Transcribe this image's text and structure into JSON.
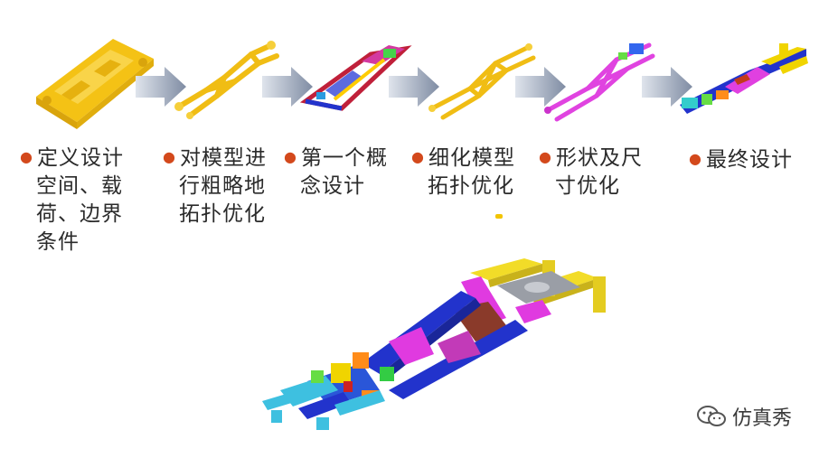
{
  "steps": [
    {
      "id": "step-1",
      "lines": [
        "定义设计",
        "空间、载",
        "荷、边界",
        "条件"
      ],
      "color": "#f5c518"
    },
    {
      "id": "step-2",
      "lines": [
        "对模型进",
        "行粗略地",
        "拓扑优化"
      ],
      "color": "#f5c518"
    },
    {
      "id": "step-3",
      "lines": [
        "第一个概",
        "念设计"
      ],
      "color": "#c0203a"
    },
    {
      "id": "step-4",
      "lines": [
        "细化模型",
        "拓扑优化"
      ],
      "color": "#f5c518"
    },
    {
      "id": "step-5",
      "lines": [
        "形状及尺",
        "寸优化"
      ],
      "color": "#e040e0"
    },
    {
      "id": "step-6",
      "lines": [
        "最终设计"
      ],
      "color": "#2233cc"
    }
  ],
  "watermark": {
    "text": "仿真秀"
  },
  "colors": {
    "bullet": "#d3491c",
    "arrow": "#8e9aae",
    "text": "#2b2b2b"
  }
}
